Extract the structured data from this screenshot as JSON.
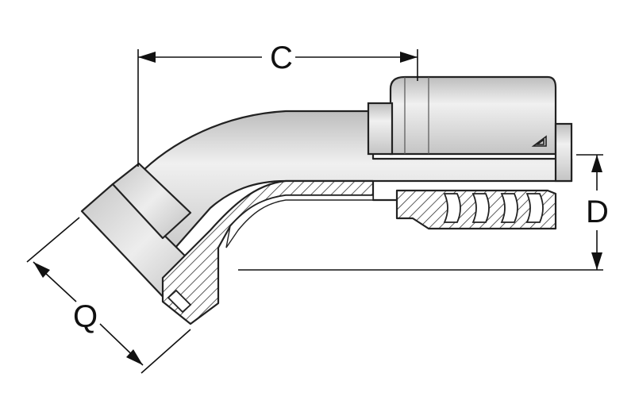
{
  "dimensions": {
    "c_label": "C",
    "d_label": "D",
    "q_label": "Q"
  },
  "logo": {
    "icon": "brand-logo-icon"
  },
  "colors": {
    "body_fill": "#d6d6d6",
    "highlight": "#f2f2f2",
    "outline": "#222222",
    "hatch": "#333333",
    "background": "#ffffff"
  }
}
